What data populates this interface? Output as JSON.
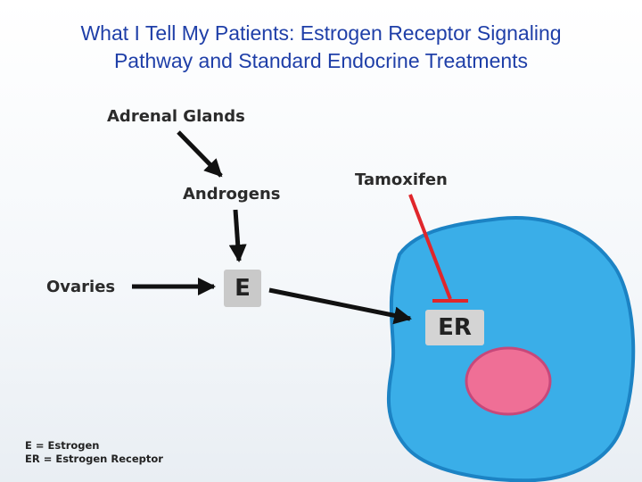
{
  "title": "What I Tell My Patients: Estrogen Receptor Signaling Pathway and Standard Endocrine Treatments",
  "nodes": {
    "adrenal": "Adrenal Glands",
    "androgens": "Androgens",
    "ovaries": "Ovaries",
    "estrogen": "E",
    "tamoxifen": "Tamoxifen",
    "receptor": "ER"
  },
  "legend": {
    "line1": "E = Estrogen",
    "line2": "ER = Estrogen Receptor"
  },
  "colors": {
    "title": "#1f3fa8",
    "cell": "#3aaee8",
    "nucleus": "#ef6f96",
    "inhibition": "#e0262b"
  }
}
